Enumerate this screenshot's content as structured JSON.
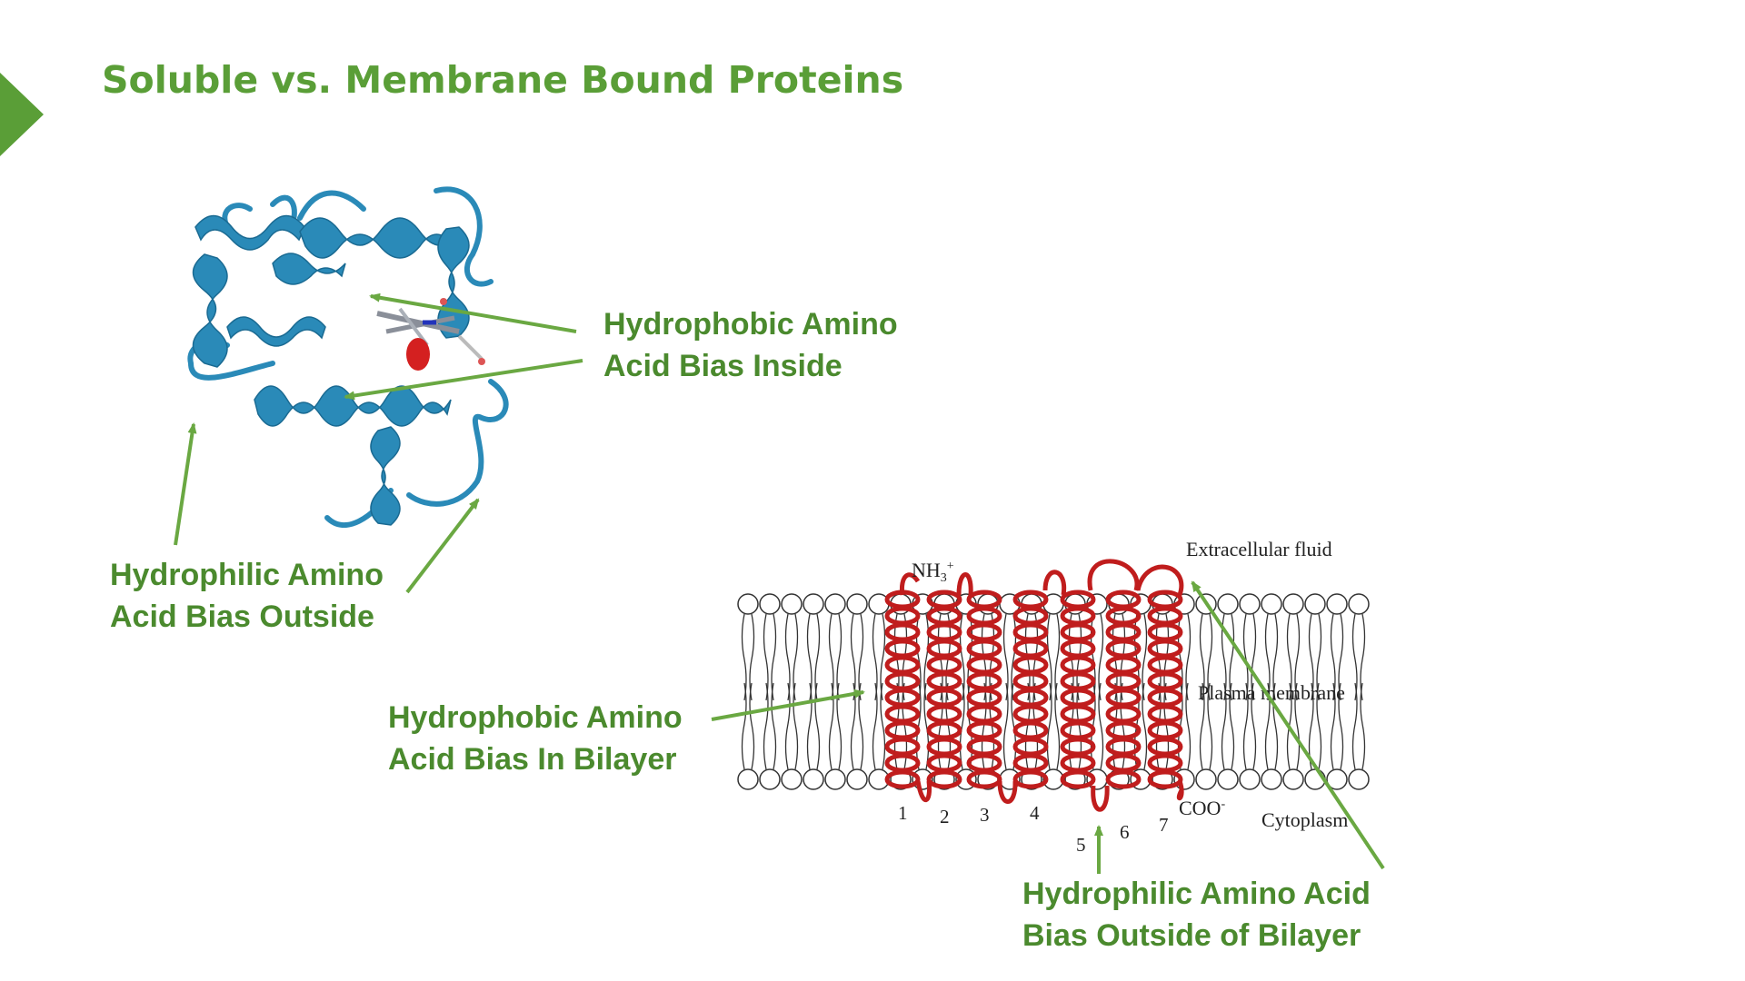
{
  "slide": {
    "title": "Soluble vs. Membrane Bound Proteins"
  },
  "colors": {
    "accent_green": "#5a9e37",
    "callout_green": "#4b8a2e",
    "arrow_green": "#6aa842",
    "soluble_protein": "#2a8ab8",
    "membrane_protein": "#c01d1d"
  },
  "callouts": {
    "hydrophobic_inside": {
      "line1": "Hydrophobic Amino",
      "line2": "Acid Bias Inside"
    },
    "hydrophilic_outside": {
      "line1": "Hydrophilic Amino",
      "line2": "Acid Bias Outside"
    },
    "hydrophobic_bilayer": {
      "line1": "Hydrophobic Amino",
      "line2": "Acid Bias In Bilayer"
    },
    "hydrophilic_outside_bilayer": {
      "line1": "Hydrophilic Amino Acid",
      "line2": "Bias Outside of Bilayer"
    }
  },
  "membrane_diagram": {
    "extracellular_label": "Extracellular fluid",
    "membrane_label": "Plasma membrane",
    "cytoplasm_label": "Cytoplasm",
    "n_terminus": "NH3+",
    "n_terminus_base": "NH",
    "n_terminus_sub": "3",
    "n_terminus_sup": "+",
    "c_terminus": "COO-",
    "c_terminus_base": "COO",
    "c_terminus_sup": "-",
    "helix_numbers": [
      "1",
      "2",
      "3",
      "4",
      "5",
      "6",
      "7"
    ]
  }
}
